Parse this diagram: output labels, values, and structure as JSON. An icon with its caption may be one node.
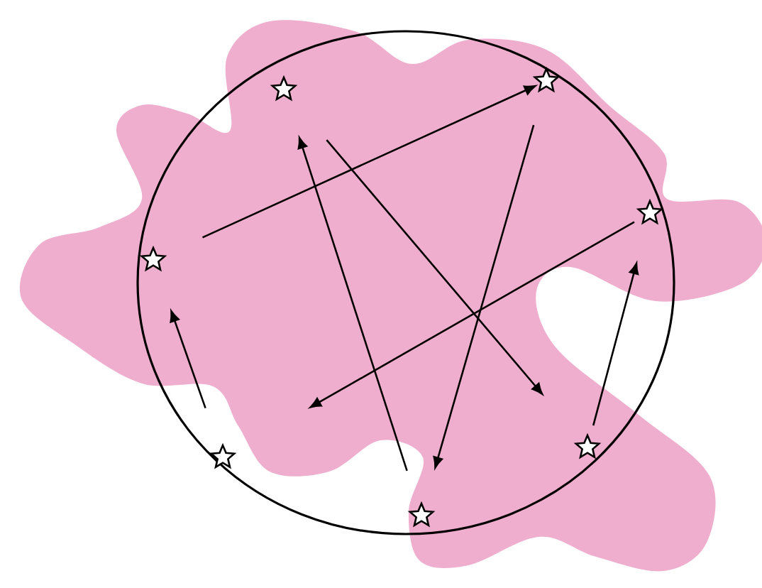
{
  "diagram": {
    "nodes": [
      {
        "text": [],
        "shape": "star"
      },
      {
        "text": [],
        "shape": "star"
      },
      {
        "text": [],
        "shape": "star"
      },
      {
        "text": [],
        "shape": "star"
      },
      {
        "text": [],
        "shape": "star"
      },
      {
        "text": [],
        "shape": "star"
      },
      {
        "text": [],
        "shape": "star"
      }
    ],
    "edges": [
      {
        "from": 0,
        "to": 4,
        "arrow": "to"
      },
      {
        "from": 3,
        "to": 2,
        "arrow": "to"
      },
      {
        "from": 2,
        "to": 5,
        "arrow": "to"
      },
      {
        "from": 4,
        "to": 3,
        "arrow": "to"
      },
      {
        "from": 6,
        "to": 1,
        "arrow": "to"
      },
      {
        "from": 5,
        "to": 6,
        "arrow": "to"
      },
      {
        "from": 1,
        "to": 0,
        "arrow": "to"
      }
    ]
  }
}
